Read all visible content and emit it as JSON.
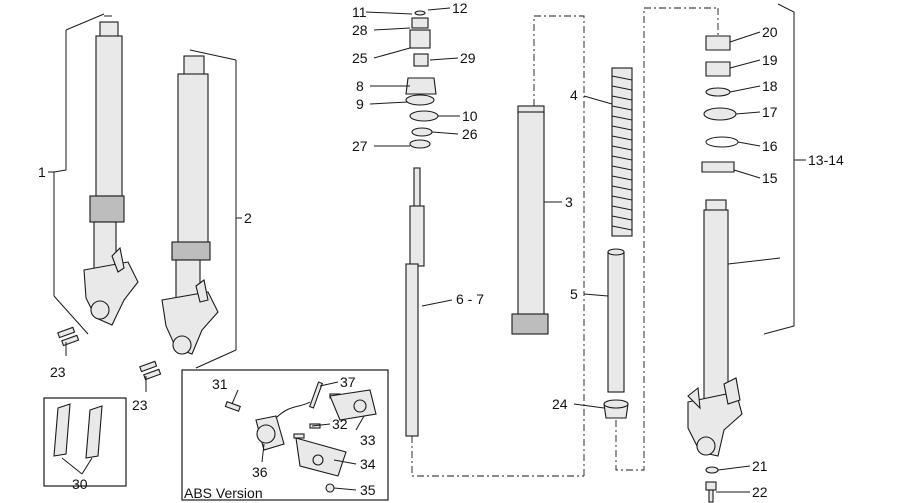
{
  "diagram": {
    "labels": {
      "l1": "1",
      "l2": "2",
      "l3": "3",
      "l4": "4",
      "l5": "5",
      "l67": "6 - 7",
      "l8": "8",
      "l9": "9",
      "l10": "10",
      "l11": "11",
      "l12": "12",
      "l1314": "13-14",
      "l15": "15",
      "l16": "16",
      "l17": "17",
      "l18": "18",
      "l19": "19",
      "l20": "20",
      "l21": "21",
      "l22": "22",
      "l23a": "23",
      "l23b": "23",
      "l24": "24",
      "l25": "25",
      "l26": "26",
      "l27": "27",
      "l28": "28",
      "l29": "29",
      "l30": "30",
      "l31": "31",
      "l32": "32",
      "l33": "33",
      "l34": "34",
      "l35": "35",
      "l36": "36",
      "l37": "37"
    },
    "abs_caption": "ABS Version"
  }
}
